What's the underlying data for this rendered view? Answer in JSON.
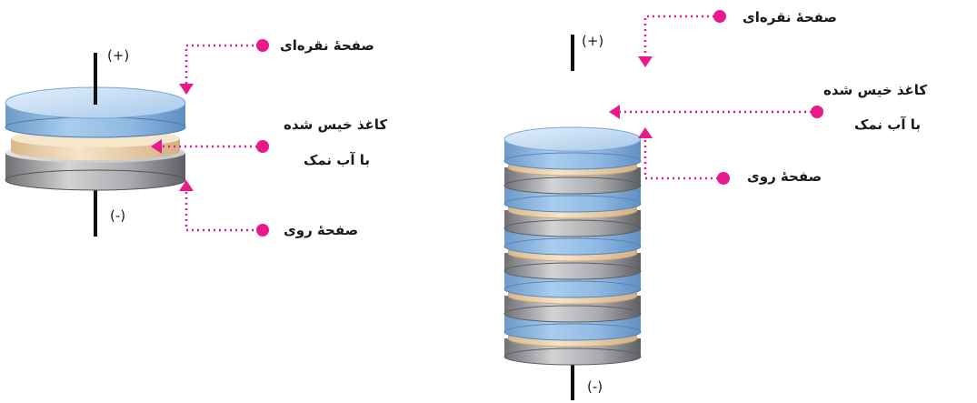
{
  "single_cell": {
    "positive_sign": "(+)",
    "negative_sign": "(-)",
    "silver_plate_label": "صفحهٔ نقره‌ای",
    "paper_label_line1": "کاغذ خیس شده",
    "paper_label_line2": "با آب نمک",
    "zinc_plate_label": "صفحهٔ روی"
  },
  "stacked_cell": {
    "positive_sign": "(+)",
    "negative_sign": "(-)",
    "silver_plate_label": "صفحهٔ نقره‌ای",
    "paper_label_line1": "کاغذ خیس شده",
    "paper_label_line2": "با آب نمک",
    "zinc_plate_label": "صفحهٔ روی"
  },
  "colors": {
    "silver_plate": "#8fb6e0",
    "zinc_plate": "#a8a9ab",
    "wet_paper": "#f1d9b5",
    "pointer": "#e8198b"
  }
}
